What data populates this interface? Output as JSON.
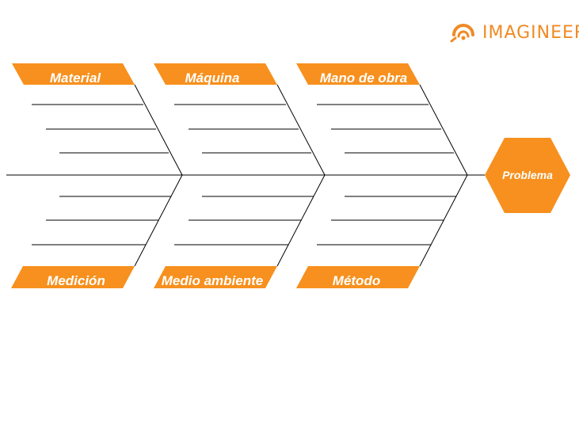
{
  "brand": {
    "name": "IMAGINEER",
    "color": "#f08a24",
    "logo_icon": "imagineer-logo-icon"
  },
  "diagram": {
    "type": "fishbone",
    "accent_color": "#f7901e",
    "line_color": "#000000",
    "head": {
      "label": "Problema"
    },
    "categories": {
      "top": [
        "Material",
        "Máquina",
        "Mano de obra"
      ],
      "bottom": [
        "Medición",
        "Medio ambiente",
        "Método"
      ]
    }
  }
}
